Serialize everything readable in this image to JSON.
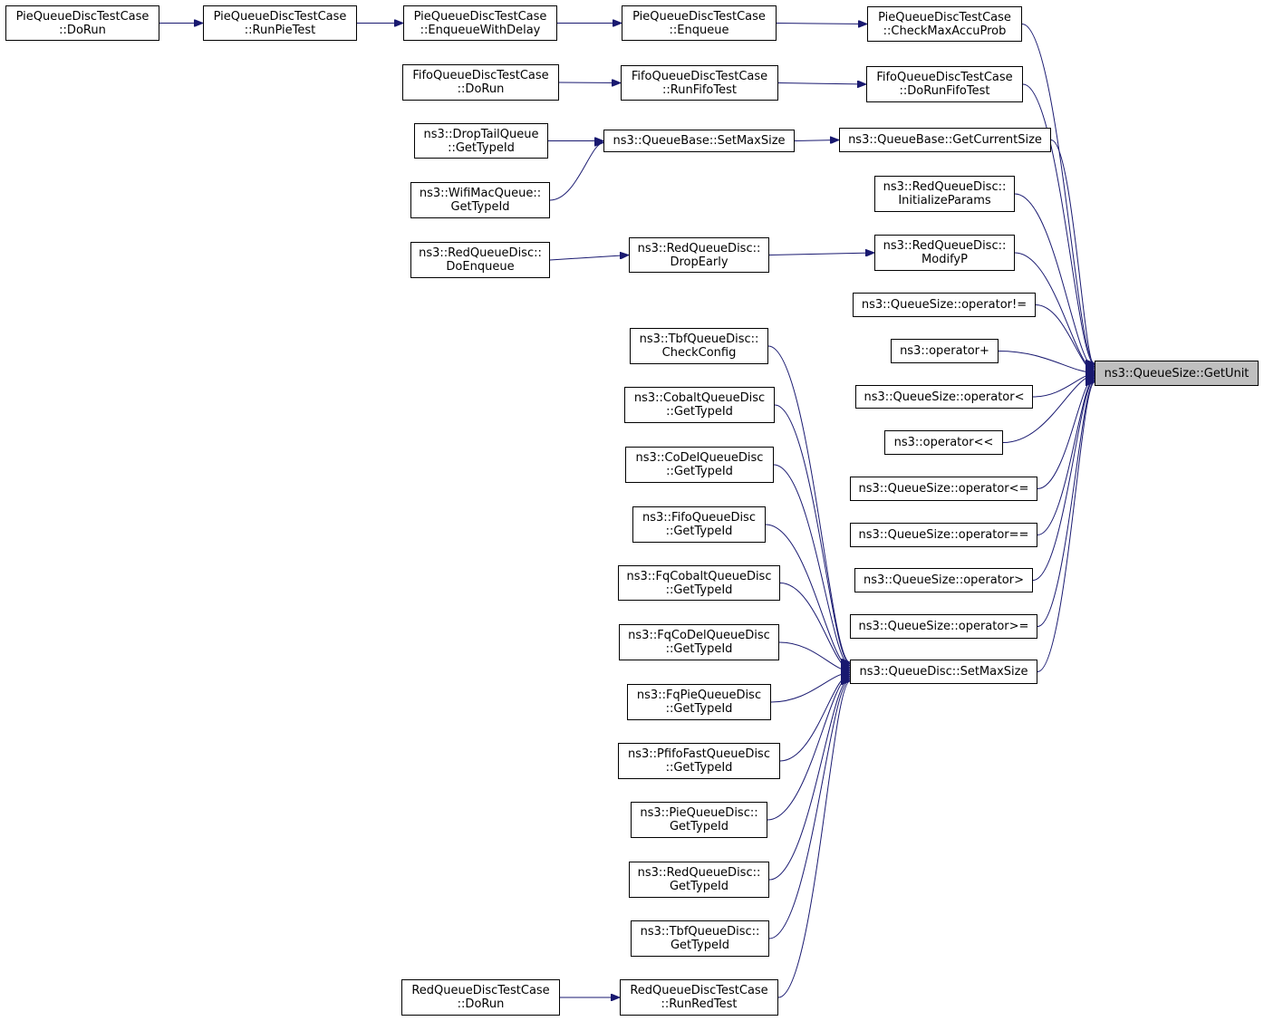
{
  "graph": {
    "edge_color": "#191970",
    "root_fill": "#bfbfbf",
    "nodes": [
      {
        "id": "root",
        "lines": [
          "ns3::QueueSize::GetUnit"
        ],
        "root": true
      },
      {
        "id": "pie_dorun",
        "lines": [
          "PieQueueDiscTestCase",
          "::DoRun"
        ]
      },
      {
        "id": "pie_runpietest",
        "lines": [
          "PieQueueDiscTestCase",
          "::RunPieTest"
        ]
      },
      {
        "id": "pie_enqueuewithdelay",
        "lines": [
          "PieQueueDiscTestCase",
          "::EnqueueWithDelay"
        ]
      },
      {
        "id": "pie_enqueue",
        "lines": [
          "PieQueueDiscTestCase",
          "::Enqueue"
        ]
      },
      {
        "id": "pie_checkmaxaccuprob",
        "lines": [
          "PieQueueDiscTestCase",
          "::CheckMaxAccuProb"
        ]
      },
      {
        "id": "fifo_dorun",
        "lines": [
          "FifoQueueDiscTestCase",
          "::DoRun"
        ]
      },
      {
        "id": "fifo_runfifotest",
        "lines": [
          "FifoQueueDiscTestCase",
          "::RunFifoTest"
        ]
      },
      {
        "id": "fifo_dorunfifotest",
        "lines": [
          "FifoQueueDiscTestCase",
          "::DoRunFifoTest"
        ]
      },
      {
        "id": "droptail_gettypeid",
        "lines": [
          "ns3::DropTailQueue",
          "::GetTypeId"
        ]
      },
      {
        "id": "wifimac_gettypeid",
        "lines": [
          "ns3::WifiMacQueue::",
          "GetTypeId"
        ]
      },
      {
        "id": "queuebase_setmaxsize",
        "lines": [
          "ns3::QueueBase::SetMaxSize"
        ]
      },
      {
        "id": "queuebase_getcurrentsize",
        "lines": [
          "ns3::QueueBase::GetCurrentSize"
        ]
      },
      {
        "id": "red_initializeparams",
        "lines": [
          "ns3::RedQueueDisc::",
          "InitializeParams"
        ]
      },
      {
        "id": "red_doenqueue",
        "lines": [
          "ns3::RedQueueDisc::",
          "DoEnqueue"
        ]
      },
      {
        "id": "red_dropearly",
        "lines": [
          "ns3::RedQueueDisc::",
          "DropEarly"
        ]
      },
      {
        "id": "red_modifyp",
        "lines": [
          "ns3::RedQueueDisc::",
          "ModifyP"
        ]
      },
      {
        "id": "qs_op_ne",
        "lines": [
          "ns3::QueueSize::operator!="
        ]
      },
      {
        "id": "op_plus",
        "lines": [
          "ns3::operator+"
        ]
      },
      {
        "id": "qs_op_lt",
        "lines": [
          "ns3::QueueSize::operator<"
        ]
      },
      {
        "id": "op_shl",
        "lines": [
          "ns3::operator<<"
        ]
      },
      {
        "id": "qs_op_le",
        "lines": [
          "ns3::QueueSize::operator<="
        ]
      },
      {
        "id": "qs_op_eq",
        "lines": [
          "ns3::QueueSize::operator=="
        ]
      },
      {
        "id": "qs_op_gt",
        "lines": [
          "ns3::QueueSize::operator>"
        ]
      },
      {
        "id": "qs_op_ge",
        "lines": [
          "ns3::QueueSize::operator>="
        ]
      },
      {
        "id": "qd_setmaxsize",
        "lines": [
          "ns3::QueueDisc::SetMaxSize"
        ]
      },
      {
        "id": "tbf_checkconfig",
        "lines": [
          "ns3::TbfQueueDisc::",
          "CheckConfig"
        ]
      },
      {
        "id": "cobalt_gettypeid",
        "lines": [
          "ns3::CobaltQueueDisc",
          "::GetTypeId"
        ]
      },
      {
        "id": "codel_gettypeid",
        "lines": [
          "ns3::CoDelQueueDisc",
          "::GetTypeId"
        ]
      },
      {
        "id": "fifoqd_gettypeid",
        "lines": [
          "ns3::FifoQueueDisc",
          "::GetTypeId"
        ]
      },
      {
        "id": "fqcobalt_gettypeid",
        "lines": [
          "ns3::FqCobaltQueueDisc",
          "::GetTypeId"
        ]
      },
      {
        "id": "fqcodel_gettypeid",
        "lines": [
          "ns3::FqCoDelQueueDisc",
          "::GetTypeId"
        ]
      },
      {
        "id": "fqpie_gettypeid",
        "lines": [
          "ns3::FqPieQueueDisc",
          "::GetTypeId"
        ]
      },
      {
        "id": "pfifofast_gettypeid",
        "lines": [
          "ns3::PfifoFastQueueDisc",
          "::GetTypeId"
        ]
      },
      {
        "id": "pie_gettypeid",
        "lines": [
          "ns3::PieQueueDisc::",
          "GetTypeId"
        ]
      },
      {
        "id": "red_gettypeid",
        "lines": [
          "ns3::RedQueueDisc::",
          "GetTypeId"
        ]
      },
      {
        "id": "tbf_gettypeid",
        "lines": [
          "ns3::TbfQueueDisc::",
          "GetTypeId"
        ]
      },
      {
        "id": "redtest_dorun",
        "lines": [
          "RedQueueDiscTestCase",
          "::DoRun"
        ]
      },
      {
        "id": "redtest_runredtest",
        "lines": [
          "RedQueueDiscTestCase",
          "::RunRedTest"
        ]
      }
    ],
    "edges": [
      {
        "from": "pie_dorun",
        "to": "pie_runpietest"
      },
      {
        "from": "pie_runpietest",
        "to": "pie_enqueuewithdelay"
      },
      {
        "from": "pie_enqueuewithdelay",
        "to": "pie_enqueue"
      },
      {
        "from": "pie_enqueue",
        "to": "pie_checkmaxaccuprob"
      },
      {
        "from": "pie_checkmaxaccuprob",
        "to": "root"
      },
      {
        "from": "fifo_dorun",
        "to": "fifo_runfifotest"
      },
      {
        "from": "fifo_runfifotest",
        "to": "fifo_dorunfifotest"
      },
      {
        "from": "fifo_dorunfifotest",
        "to": "root"
      },
      {
        "from": "droptail_gettypeid",
        "to": "queuebase_setmaxsize"
      },
      {
        "from": "wifimac_gettypeid",
        "to": "queuebase_setmaxsize"
      },
      {
        "from": "queuebase_setmaxsize",
        "to": "queuebase_getcurrentsize"
      },
      {
        "from": "queuebase_getcurrentsize",
        "to": "root"
      },
      {
        "from": "red_initializeparams",
        "to": "root"
      },
      {
        "from": "red_doenqueue",
        "to": "red_dropearly"
      },
      {
        "from": "red_dropearly",
        "to": "red_modifyp"
      },
      {
        "from": "red_modifyp",
        "to": "root"
      },
      {
        "from": "qs_op_ne",
        "to": "root"
      },
      {
        "from": "op_plus",
        "to": "root"
      },
      {
        "from": "qs_op_lt",
        "to": "root"
      },
      {
        "from": "op_shl",
        "to": "root"
      },
      {
        "from": "qs_op_le",
        "to": "root"
      },
      {
        "from": "qs_op_eq",
        "to": "root"
      },
      {
        "from": "qs_op_gt",
        "to": "root"
      },
      {
        "from": "qs_op_ge",
        "to": "root"
      },
      {
        "from": "qd_setmaxsize",
        "to": "root"
      },
      {
        "from": "tbf_checkconfig",
        "to": "qd_setmaxsize"
      },
      {
        "from": "cobalt_gettypeid",
        "to": "qd_setmaxsize"
      },
      {
        "from": "codel_gettypeid",
        "to": "qd_setmaxsize"
      },
      {
        "from": "fifoqd_gettypeid",
        "to": "qd_setmaxsize"
      },
      {
        "from": "fqcobalt_gettypeid",
        "to": "qd_setmaxsize"
      },
      {
        "from": "fqcodel_gettypeid",
        "to": "qd_setmaxsize"
      },
      {
        "from": "fqpie_gettypeid",
        "to": "qd_setmaxsize"
      },
      {
        "from": "pfifofast_gettypeid",
        "to": "qd_setmaxsize"
      },
      {
        "from": "pie_gettypeid",
        "to": "qd_setmaxsize"
      },
      {
        "from": "red_gettypeid",
        "to": "qd_setmaxsize"
      },
      {
        "from": "tbf_gettypeid",
        "to": "qd_setmaxsize"
      },
      {
        "from": "redtest_runredtest",
        "to": "qd_setmaxsize"
      },
      {
        "from": "redtest_dorun",
        "to": "redtest_runredtest"
      }
    ]
  }
}
